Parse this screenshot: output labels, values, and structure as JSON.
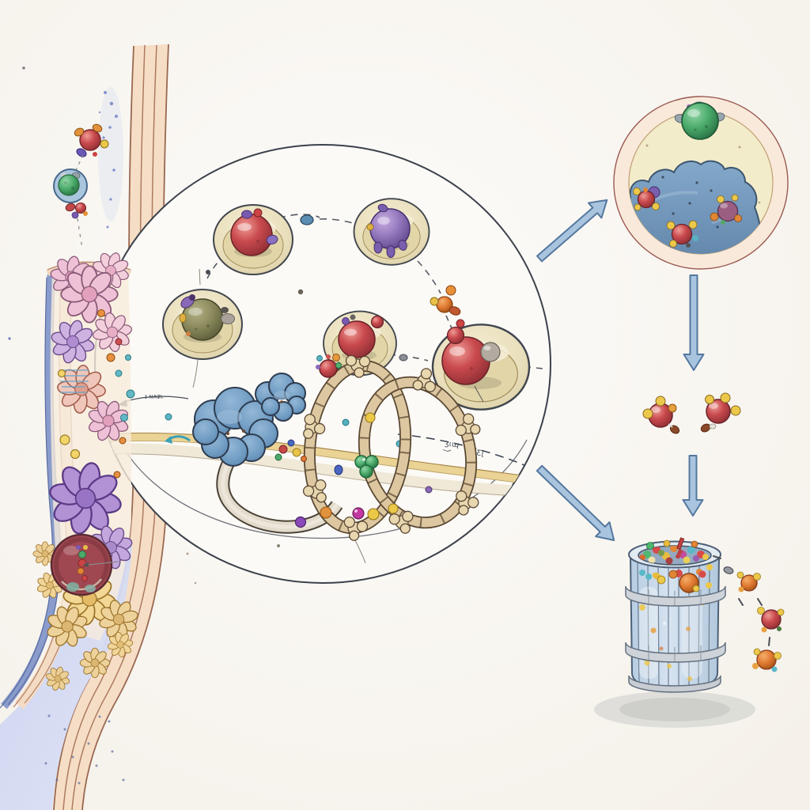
{
  "scene": {
    "type": "biological-pathway-illustration",
    "subject": "ubiquitin-proteasome degradation pathway",
    "annotations": {
      "inset_arrow_scribble": "ɪ ɴᴀʑʟ",
      "band_scribble_a": "ʒɩɰ",
      "band_scribble_b": "Ƹɭ"
    },
    "components": [
      "cell-wall-membrane",
      "membrane-channel-proteins",
      "secreted-molecules",
      "carrier-vesicle",
      "channel-cargo-vesicle",
      "magnifier-inset-circle",
      "receptor-discs",
      "chaperone-clouds",
      "protein-chain-loops",
      "membrane-strand",
      "endosome-cell-circle",
      "tagged-molecules",
      "proteasome-barrel",
      "ejected-peptides",
      "flow-arrows"
    ],
    "palette": {
      "background": "#f9f6f1",
      "membrane_peach": "#f6dec6",
      "membrane_line": "#9a6850",
      "wall_blue": "#8a9ccc",
      "interior_blue": "#c9d0ee",
      "flower_pink": "#efc1d6",
      "flower_lavender": "#cdb2e2",
      "flower_purple": "#b292d5",
      "flower_yellow": "#f2d795",
      "vesicle_red": "#a04852",
      "inset_fill": "#fcfaf6",
      "inset_outline": "#3c414b",
      "disc_cream": "#e9dfbc",
      "sphere_red": "#c94a4e",
      "sphere_purple": "#9377bd",
      "sphere_olive": "#8b8a5c",
      "sphere_green": "#4aaa6a",
      "cloud_blue": "#6f9bc2",
      "chain_tan": "#dcc7a0",
      "band_tan": "#ead394",
      "arrow_fill": "#a9c4de",
      "arrow_outline": "#55789e",
      "cell_ring_peach": "#f9e9da",
      "cell_inner_cream": "#f3ecca",
      "cell_blob_blue": "#7499bd",
      "ubiquitin_yellow": "#ecc84a",
      "molecule_red": "#c84848",
      "barrel_blue": "#c6d8e8",
      "barrel_hoop_gray": "#cfd3d8",
      "shadow_gray": "#d8d8d4"
    }
  }
}
